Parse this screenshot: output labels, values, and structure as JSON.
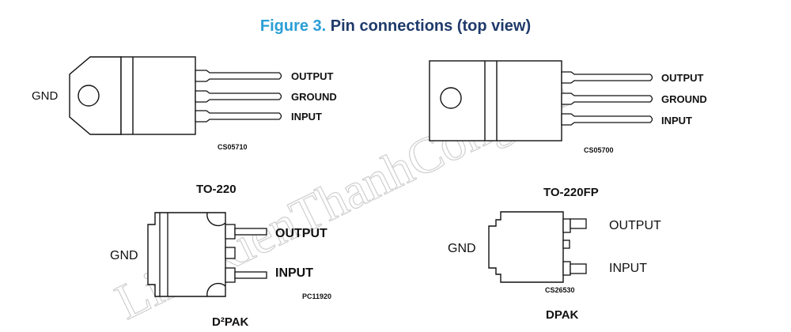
{
  "figure": {
    "number": "Figure 3.",
    "caption": "Pin connections (top view)"
  },
  "watermark": "LinhKienThanhCong.vn",
  "packages": {
    "to220": {
      "name": "TO-220",
      "code": "CS05710",
      "gnd": "GND",
      "pins": [
        "OUTPUT",
        "GROUND",
        "INPUT"
      ]
    },
    "to220fp": {
      "name": "TO-220FP",
      "code": "CS05700",
      "pins": [
        "OUTPUT",
        "GROUND",
        "INPUT"
      ]
    },
    "d2pak": {
      "name": "D²PAK",
      "code": "PC11920",
      "gnd": "GND",
      "pins": [
        "OUTPUT",
        "INPUT"
      ]
    },
    "dpak": {
      "name": "DPAK",
      "code": "CS26530",
      "gnd": "GND",
      "pins": [
        "OUTPUT",
        "INPUT"
      ]
    }
  }
}
